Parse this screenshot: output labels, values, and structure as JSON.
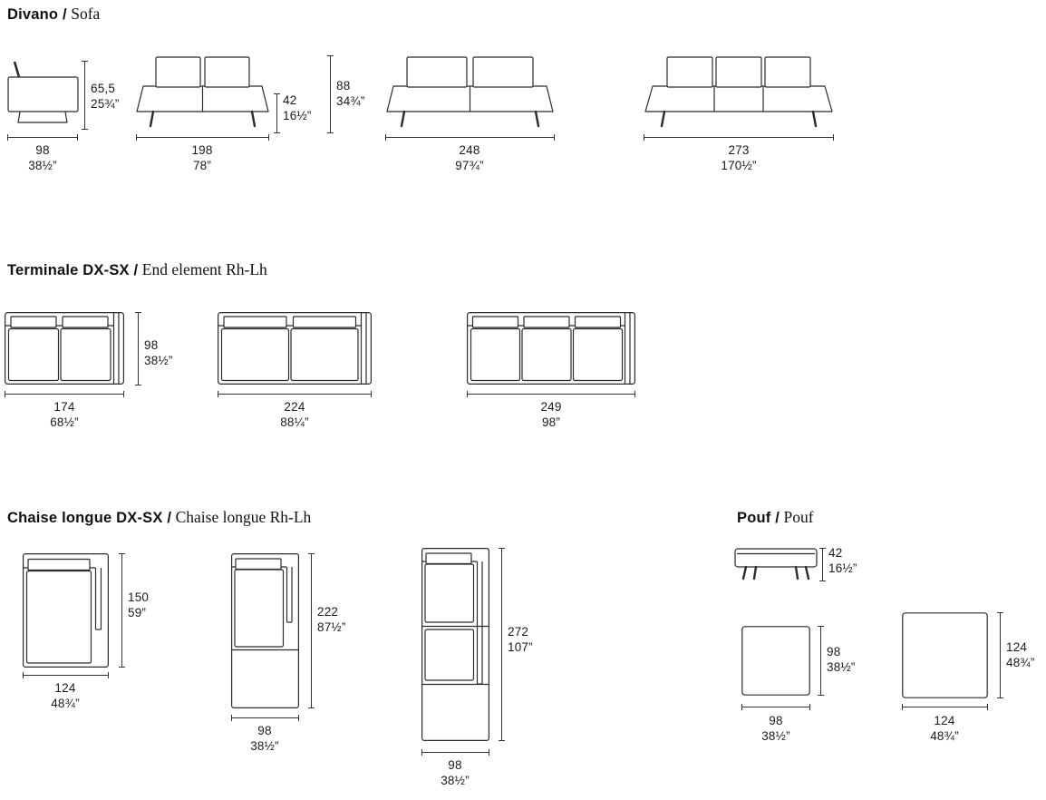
{
  "style": {
    "ink": "#2b2b2b",
    "background": "#ffffff"
  },
  "sections": {
    "divano": {
      "title": "Divano /",
      "subtitle": "Sofa"
    },
    "terminale": {
      "title": "Terminale DX-SX /",
      "subtitle": "End element Rh-Lh"
    },
    "chaise": {
      "title": "Chaise longue DX-SX /",
      "subtitle": "Chaise longue Rh-Lh"
    },
    "pouf": {
      "title": "Pouf /",
      "subtitle": "Pouf"
    }
  },
  "divano": {
    "s1": {
      "w_cm": "98",
      "w_in": "38½”",
      "h_cm": "65,5",
      "h_in": "25¾”"
    },
    "s2": {
      "w_cm": "198",
      "w_in": "78”",
      "seat_cm": "42",
      "seat_in": "16½”",
      "h_cm": "88",
      "h_in": "34¾”"
    },
    "s3": {
      "w_cm": "248",
      "w_in": "97¾”"
    },
    "s4": {
      "w_cm": "273",
      "w_in": "170½”"
    }
  },
  "terminale": {
    "e1": {
      "w_cm": "174",
      "w_in": "68½”",
      "d_cm": "98",
      "d_in": "38½”"
    },
    "e2": {
      "w_cm": "224",
      "w_in": "88¼”"
    },
    "e3": {
      "w_cm": "249",
      "w_in": "98”"
    }
  },
  "chaise": {
    "c1": {
      "w_cm": "124",
      "w_in": "48¾”",
      "d_cm": "150",
      "d_in": "59”"
    },
    "c2": {
      "w_cm": "98",
      "w_in": "38½”",
      "d_cm": "222",
      "d_in": "87½”"
    },
    "c3": {
      "w_cm": "98",
      "w_in": "38½”",
      "d_cm": "272",
      "d_in": "107”"
    }
  },
  "pouf": {
    "side": {
      "h_cm": "42",
      "h_in": "16½”"
    },
    "p1": {
      "w_cm": "98",
      "w_in": "38½”",
      "d_cm": "98",
      "d_in": "38½”"
    },
    "p2": {
      "w_cm": "124",
      "w_in": "48¾”",
      "d_cm": "124",
      "d_in": "48¾”"
    }
  }
}
